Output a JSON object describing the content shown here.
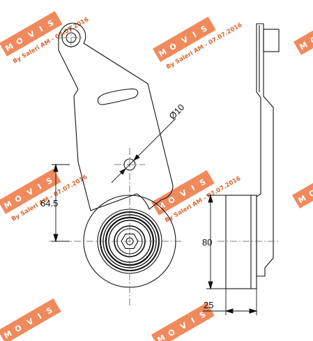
{
  "watermark": {
    "letters": [
      "M",
      "O",
      "V",
      "I",
      "S"
    ],
    "caption": "By Saleri AM - 07.07.2016",
    "colors": {
      "tile": "#f08a5d",
      "text": "#d9662e"
    }
  },
  "dimensions": {
    "bore_diameter": "Ø10",
    "offset": "64.5",
    "pulley_diameter": "80",
    "pulley_width": "25"
  },
  "colors": {
    "line": "#111111",
    "centerline": "#555555"
  }
}
